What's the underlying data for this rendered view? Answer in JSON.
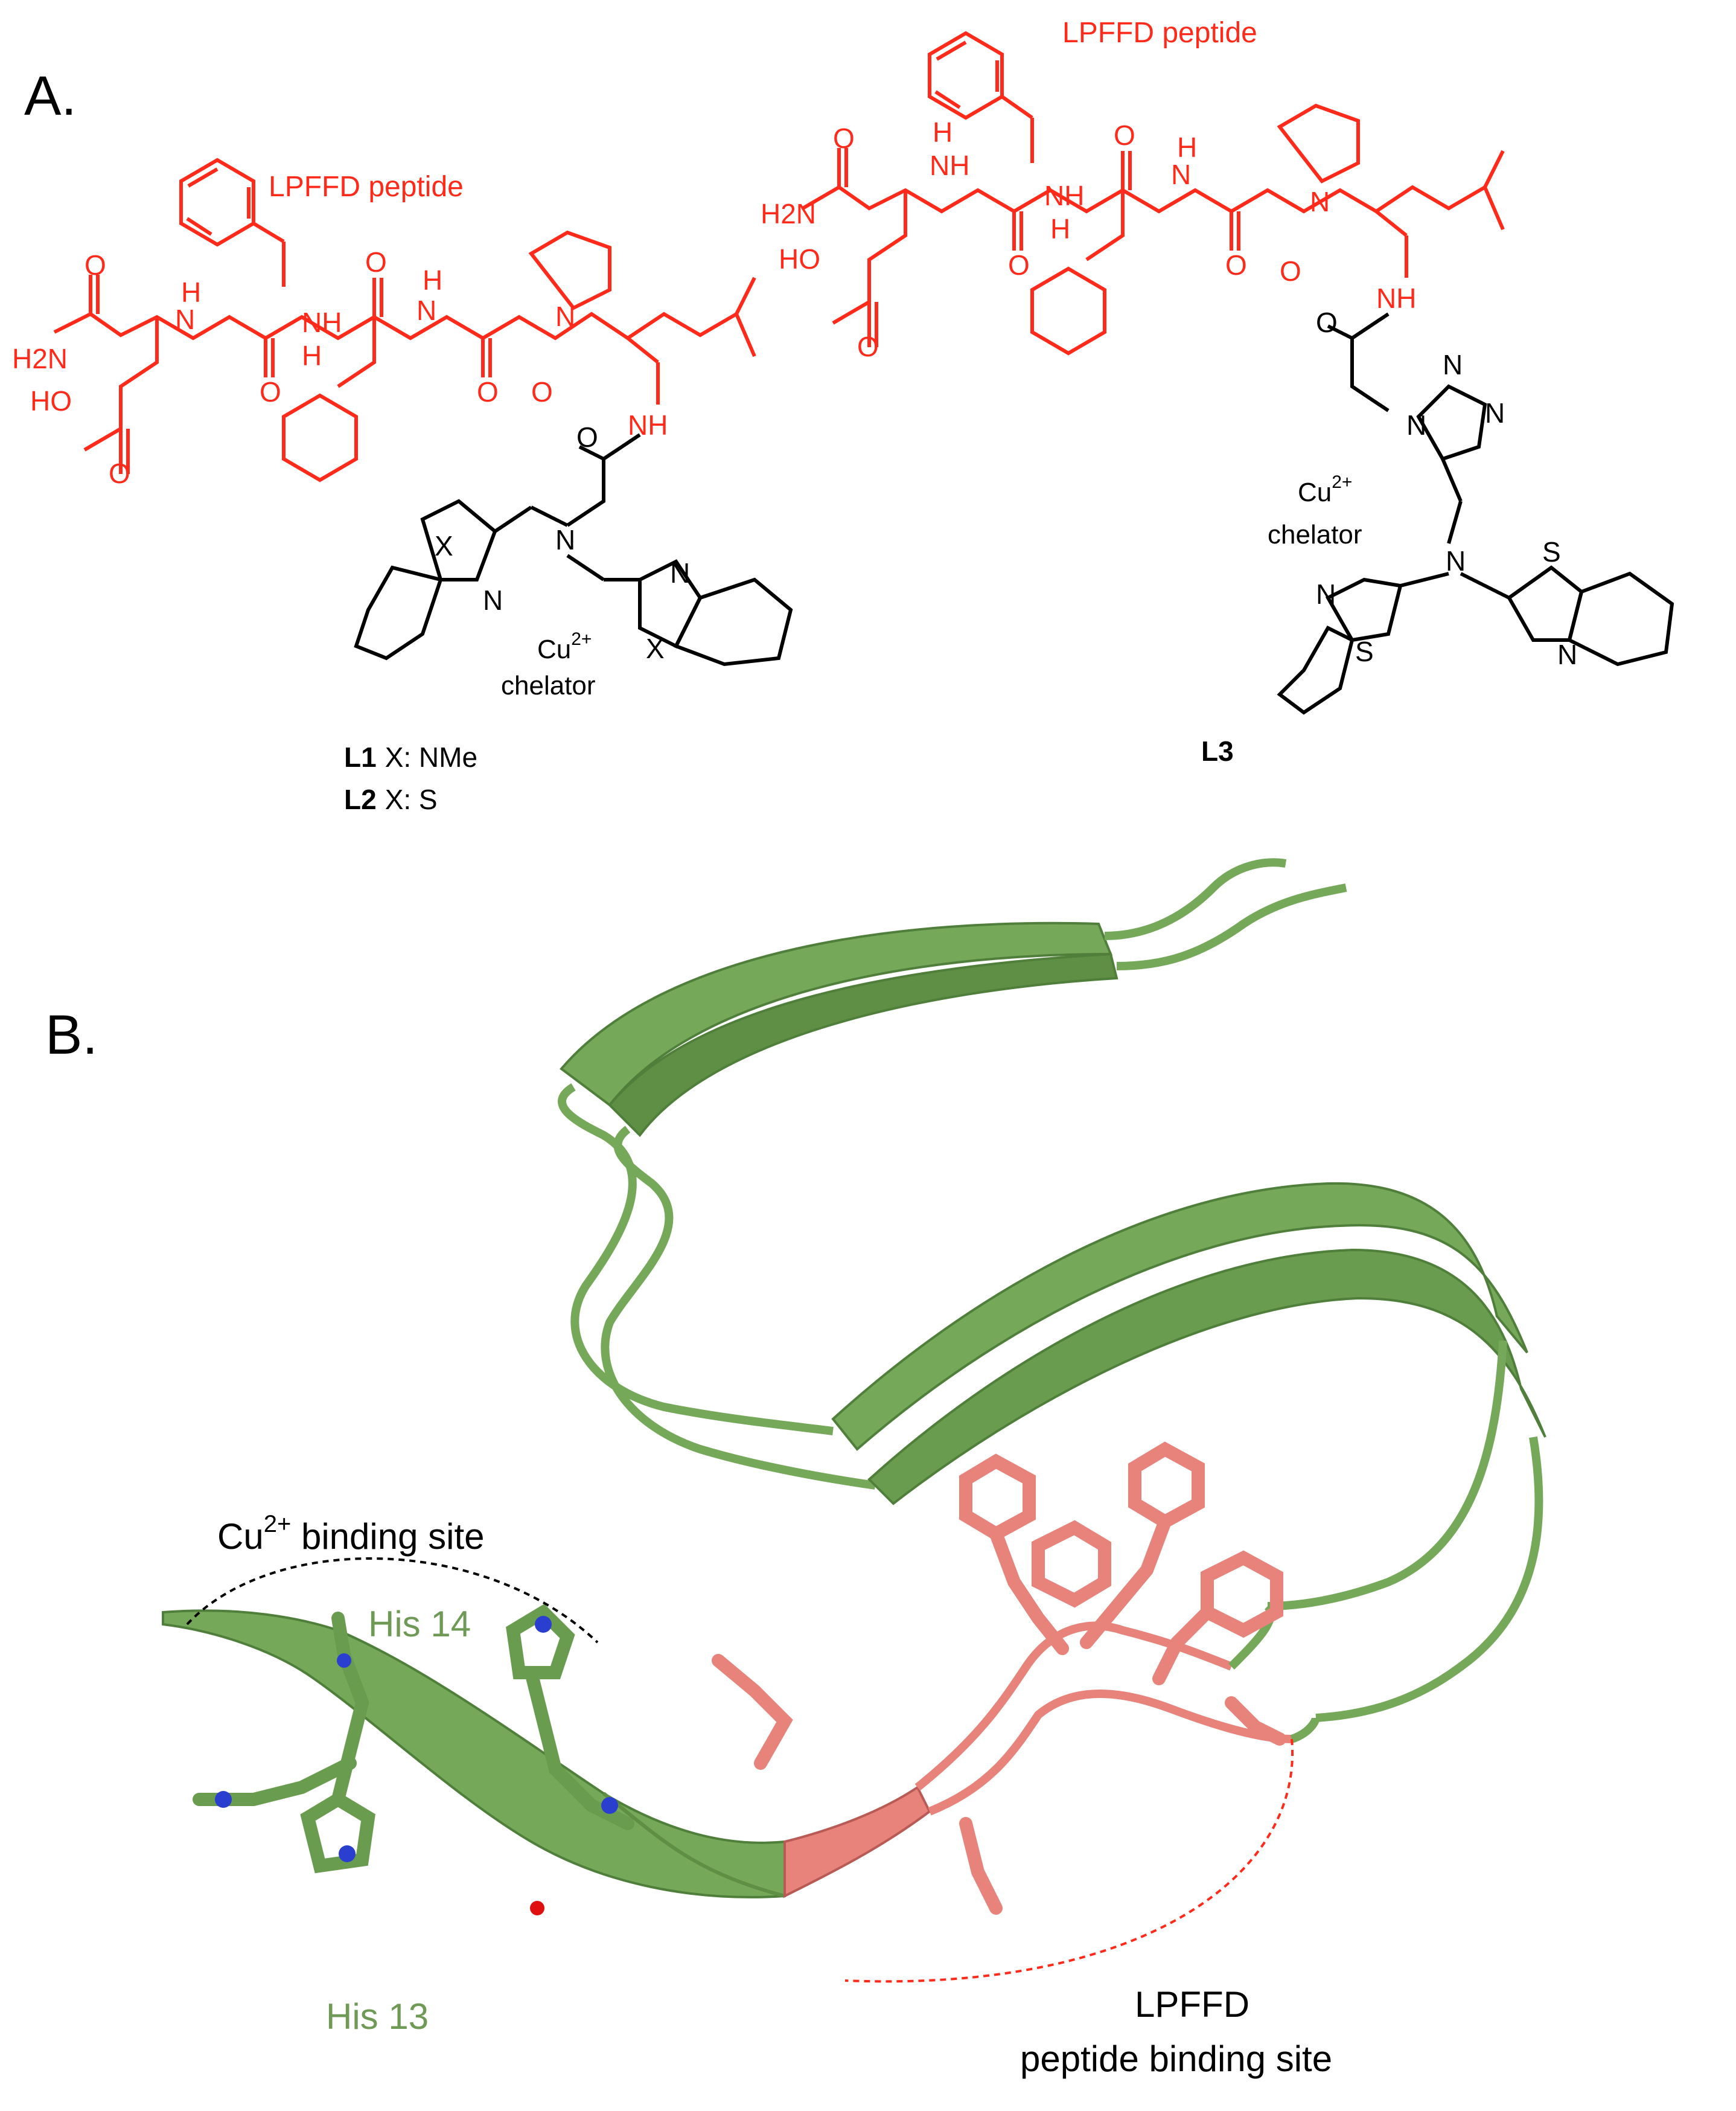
{
  "panel_a": {
    "label": "A.",
    "left_peptide_label": "LPFFD peptide",
    "right_peptide_label": "LPFFD peptide",
    "atoms": {
      "h2n": "H2N",
      "ho": "HO",
      "o": "O",
      "h": "H",
      "nh": "NH",
      "n": "N",
      "x": "X",
      "s": "S"
    },
    "chelator_left": {
      "line1": "Cu",
      "sup": "2+",
      "line2": "chelator"
    },
    "chelator_right": {
      "line1": "Cu",
      "sup": "2+",
      "line2": "chelator"
    },
    "compound_l1": {
      "name": "L1",
      "desc": "X: NMe"
    },
    "compound_l2": {
      "name": "L2",
      "desc": "X: S"
    },
    "compound_l3": {
      "name": "L3"
    }
  },
  "panel_b": {
    "label": "B.",
    "cu_site": {
      "prefix": "Cu",
      "sup": "2+",
      "suffix": " binding site"
    },
    "his14": "His 14",
    "his13": "His 13",
    "lpffd_site_line1": "LPFFD",
    "lpffd_site_line2": "peptide binding site"
  },
  "colors": {
    "peptide_red": "#ff2a1a",
    "black": "#000000",
    "ribbon_green": "#76a85a",
    "ribbon_green_dark": "#4f7f3a",
    "peptide_pink": "#e8837b",
    "peptide_pink_dark": "#b85a55",
    "his_label_green": "#6e9a56",
    "nitrogen_blue": "#2a3fcf",
    "hydrogen_white": "#eeeeee",
    "oxygen_red": "#e01010"
  }
}
